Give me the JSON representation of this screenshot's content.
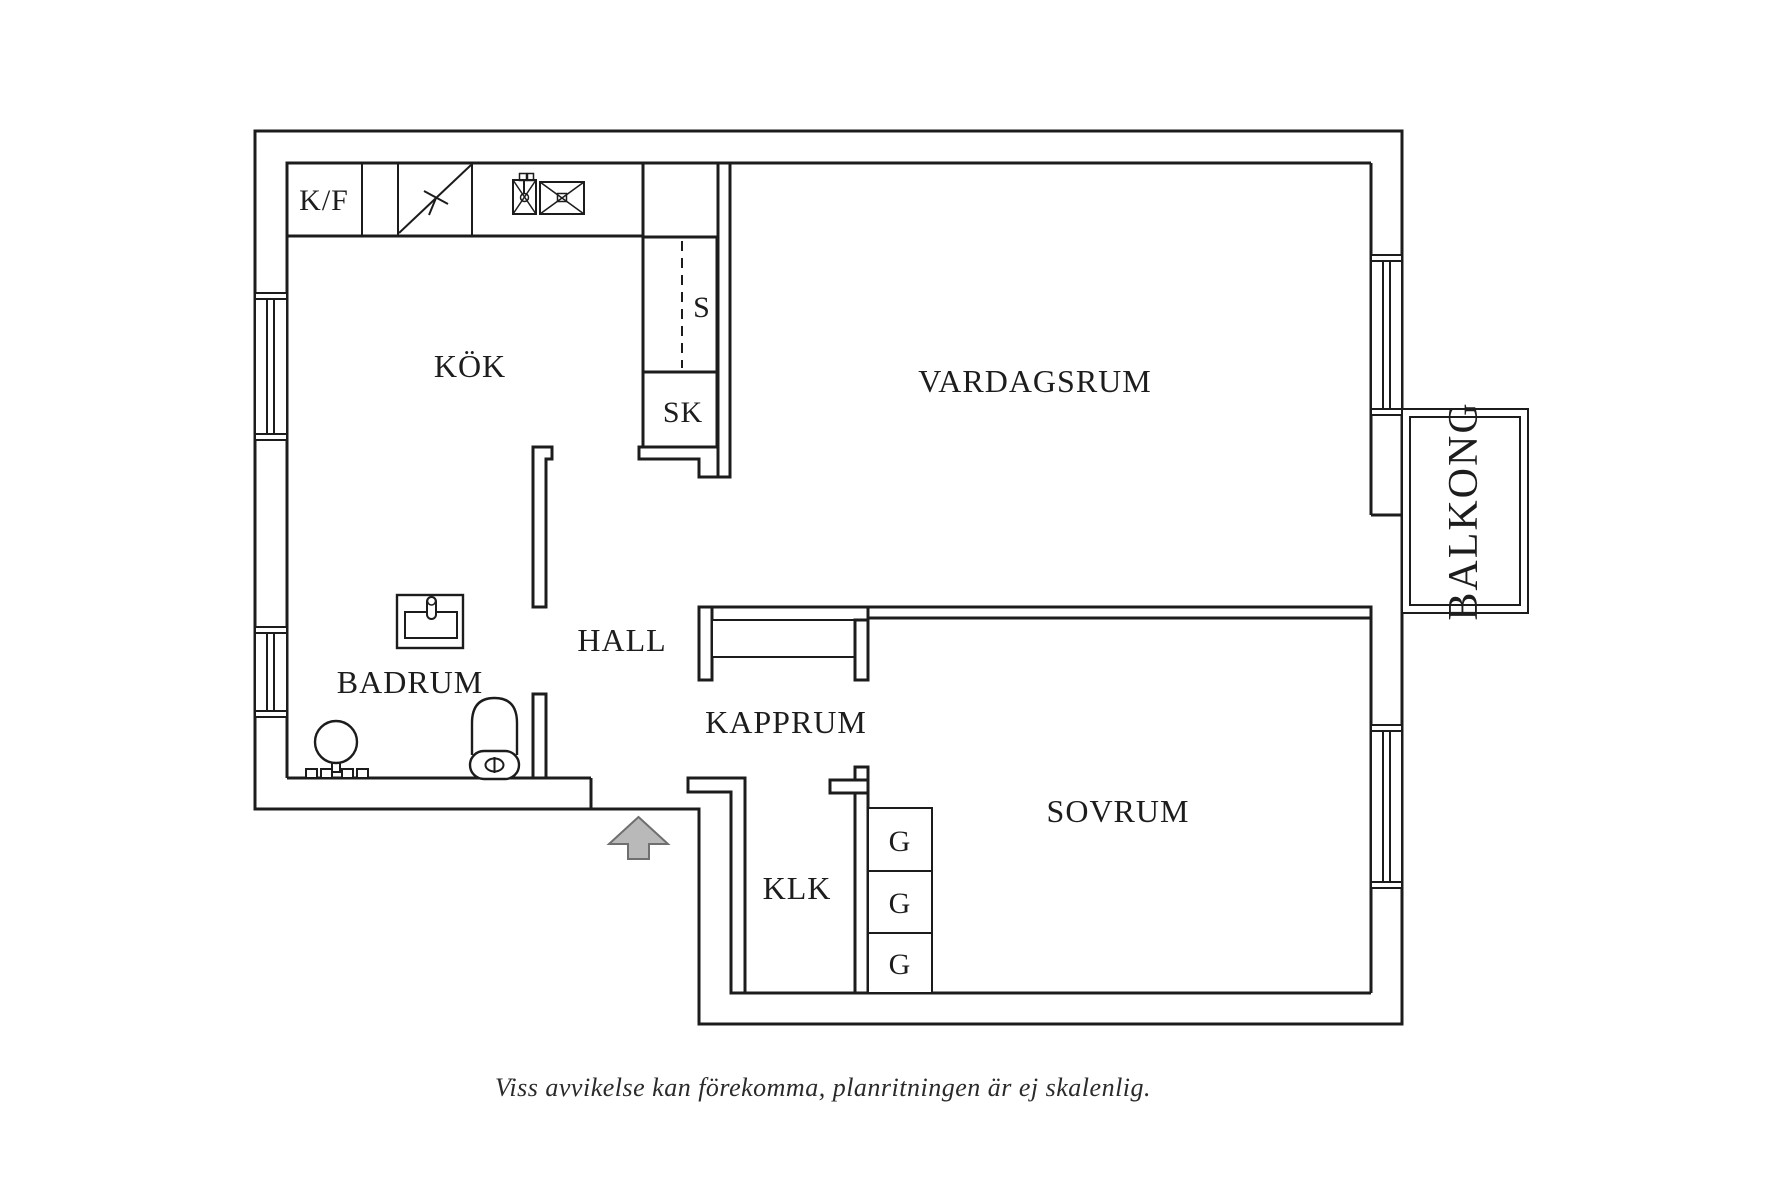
{
  "floorplan": {
    "rooms": {
      "kitchen": "KÖK",
      "living_room": "VARDAGSRUM",
      "hall": "HALL",
      "bathroom": "BADRUM",
      "cloakroom": "KAPPRUM",
      "bedroom": "SOVRUM",
      "walk_in_closet": "KLK",
      "balcony": "BALKONG"
    },
    "fixtures": {
      "fridge_freezer": "K/F",
      "cabinet_s": "S",
      "cabinet_sk": "SK",
      "wardrobe_g": "G"
    },
    "caption": "Viss avvikelse kan förekomma, planritningen är ej skalenlig.",
    "colors": {
      "line": "#1c1c1c",
      "text": "#1d1d1d",
      "arrow_fill": "#b9b9b9",
      "arrow_stroke": "#6f6f6f",
      "background": "#ffffff"
    }
  }
}
